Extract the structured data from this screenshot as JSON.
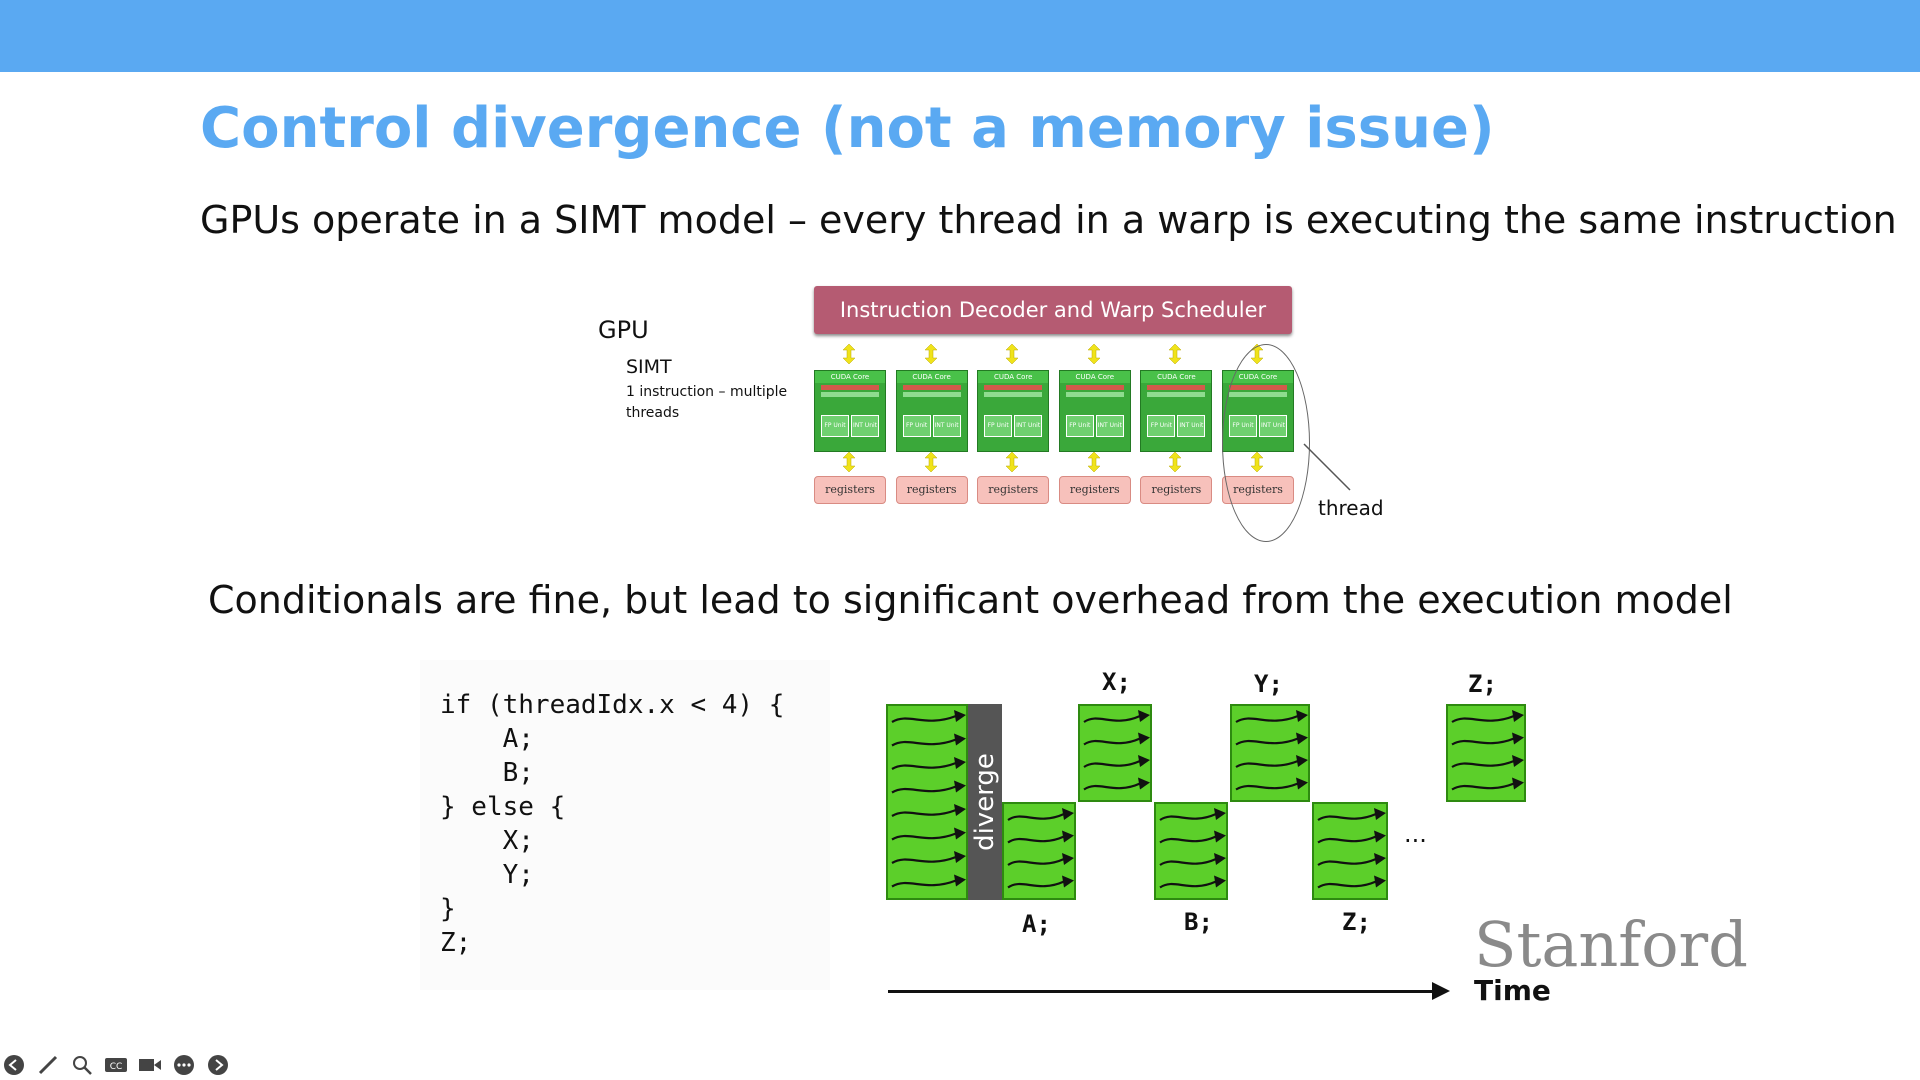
{
  "slide": {
    "title": "Control divergence (not a memory issue)",
    "line1": "GPUs operate in a SIMT model – every thread in a warp is executing the same instruction",
    "line2": "Conditionals are fine, but lead to significant overhead from the execution model"
  },
  "diagram": {
    "gpu_label": "GPU",
    "simt_label": "SIMT",
    "simt_desc": "1 instruction – multiple threads",
    "decoder": "Instruction Decoder and Warp Scheduler",
    "core_header": "CUDA Core",
    "cell_a": "FP Unit",
    "cell_b": "INT Unit",
    "register_label": "registers",
    "thread_label": "thread",
    "core_count": 6
  },
  "code": {
    "lines": [
      "if (threadIdx.x < 4) {",
      "    A;",
      "    B;",
      "} else {",
      "    X;",
      "    Y;",
      "}",
      "Z;"
    ]
  },
  "timeline": {
    "diverge_label": "diverge",
    "labels_top": [
      "X;",
      "Y;",
      "Z;"
    ],
    "labels_bottom": [
      "A;",
      "B;",
      "Z;"
    ],
    "ellipsis": "...",
    "time_label": "Time"
  },
  "branding": {
    "logo_text": "Stanford"
  },
  "toolbar": {
    "icons": [
      "back-icon",
      "pen-icon",
      "zoom-icon",
      "cc-icon",
      "camera-icon",
      "more-icon",
      "forward-icon"
    ]
  },
  "colors": {
    "header_bar": "#5aa9f2",
    "title": "#5aa9f2",
    "decoder": "#b55b72",
    "warp_green": "#5ccf2a"
  }
}
